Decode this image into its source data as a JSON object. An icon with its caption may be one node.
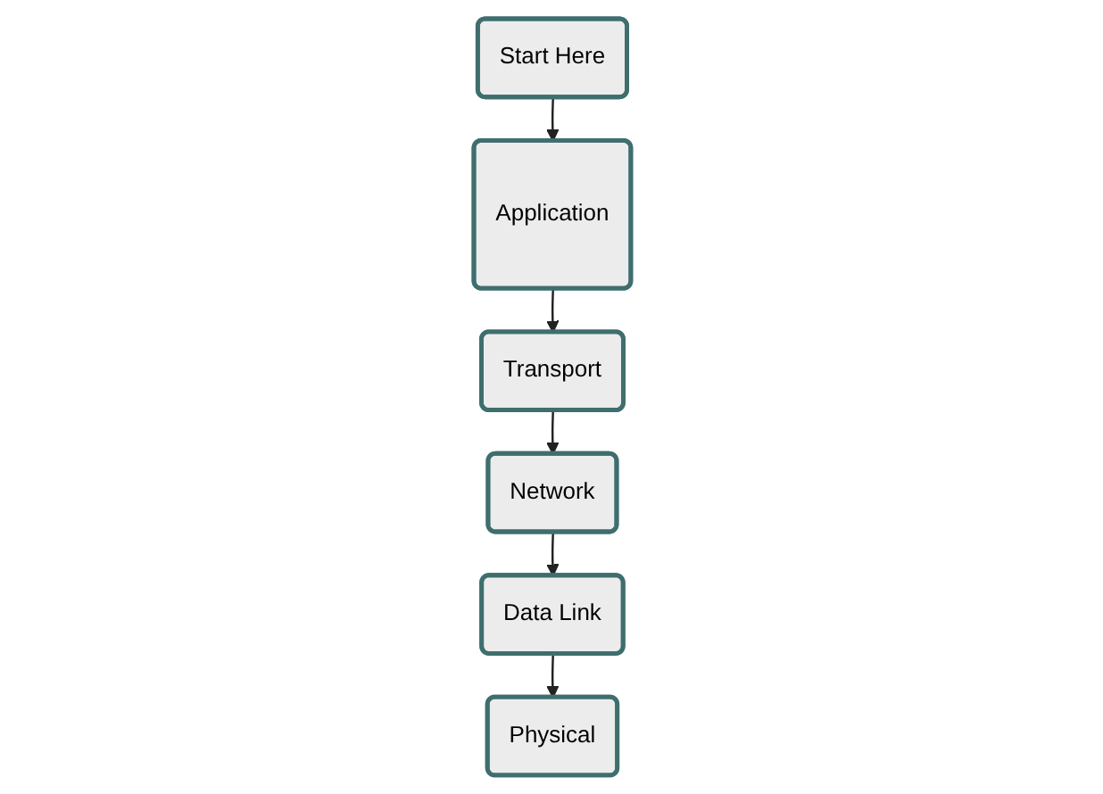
{
  "diagram": {
    "nodes": [
      {
        "text": [
          "Application"
        ]
      },
      {
        "text": [
          "Start Here"
        ]
      },
      {
        "text": [
          "Transport"
        ]
      },
      {
        "text": [
          "Network"
        ]
      },
      {
        "text": [
          "Data Link"
        ]
      },
      {
        "text": [
          "Physical"
        ]
      }
    ],
    "edges": [
      {
        "from": 1,
        "to": 0,
        "arrow": "to"
      },
      {
        "from": 0,
        "to": 2,
        "arrow": "to"
      },
      {
        "from": 2,
        "to": 3,
        "arrow": "to"
      },
      {
        "from": 3,
        "to": 4,
        "arrow": "to"
      },
      {
        "from": 4,
        "to": 5,
        "arrow": "to"
      }
    ]
  }
}
